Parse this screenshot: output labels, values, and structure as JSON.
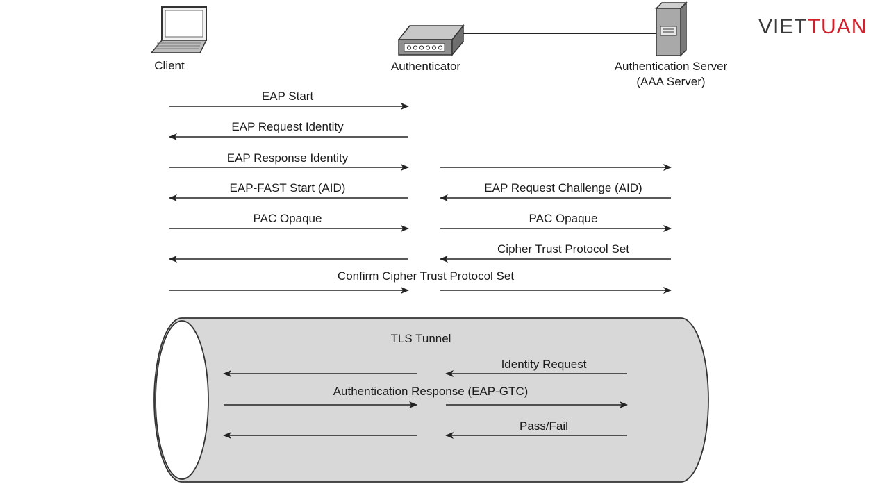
{
  "brand": {
    "part1": "VIET",
    "part2": "TUAN",
    "color1": "#3a3a3a",
    "color2": "#d0202a"
  },
  "nodes": {
    "client": "Client",
    "authenticator": "Authenticator",
    "server_line1": "Authentication Server",
    "server_line2": "(AAA Server)"
  },
  "messages": [
    {
      "label": "EAP Start"
    },
    {
      "label": "EAP Request Identity"
    },
    {
      "label": "EAP Response Identity"
    },
    {
      "label": "EAP-FAST Start (AID)"
    },
    {
      "label": "EAP Request Challenge (AID)"
    },
    {
      "label": "PAC Opaque"
    },
    {
      "label": "PAC Opaque"
    },
    {
      "label": "Cipher Trust Protocol Set"
    },
    {
      "label": "Confirm Cipher Trust Protocol Set"
    }
  ],
  "tunnel": {
    "title": "TLS Tunnel",
    "messages": [
      {
        "label": "Identity Request"
      },
      {
        "label": "Authentication Response (EAP-GTC)"
      },
      {
        "label": "Pass/Fail"
      }
    ]
  },
  "colors": {
    "line": "#222222",
    "tunnel_fill": "#d8d8d8",
    "device_fill": "#9a9a9a"
  }
}
